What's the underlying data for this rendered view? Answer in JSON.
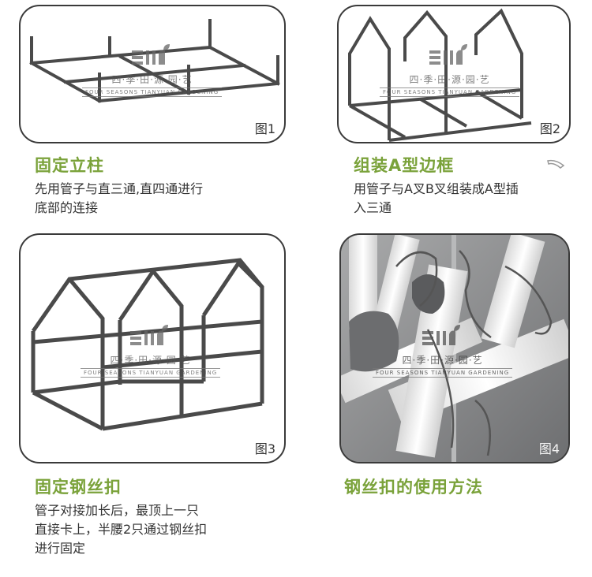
{
  "watermark": {
    "cn": "四·季·田·源·园·艺",
    "en": "FOUR SEASONS TIANYUAN GARDENING"
  },
  "steps": [
    {
      "fig_label": "图1",
      "title": "固定立柱",
      "desc_lines": [
        "先用管子与直三通,直四通进行",
        "底部的连接"
      ]
    },
    {
      "fig_label": "图2",
      "title": "组装A型边框",
      "desc_lines": [
        "用管子与A叉B叉组装成A型插",
        "入三通"
      ]
    },
    {
      "fig_label": "图3",
      "title": "固定钢丝扣",
      "desc_lines": [
        "管子对接加长后，最顶上一只",
        "直接卡上，半腰2只通过钢丝扣",
        "进行固定"
      ]
    },
    {
      "fig_label": "图4",
      "title": "钢丝扣的使用方法",
      "desc_lines": []
    }
  ],
  "colors": {
    "title_green": "#7aa23a",
    "frame_gray": "#4a4a4a",
    "panel_border": "#3a3a3a"
  }
}
